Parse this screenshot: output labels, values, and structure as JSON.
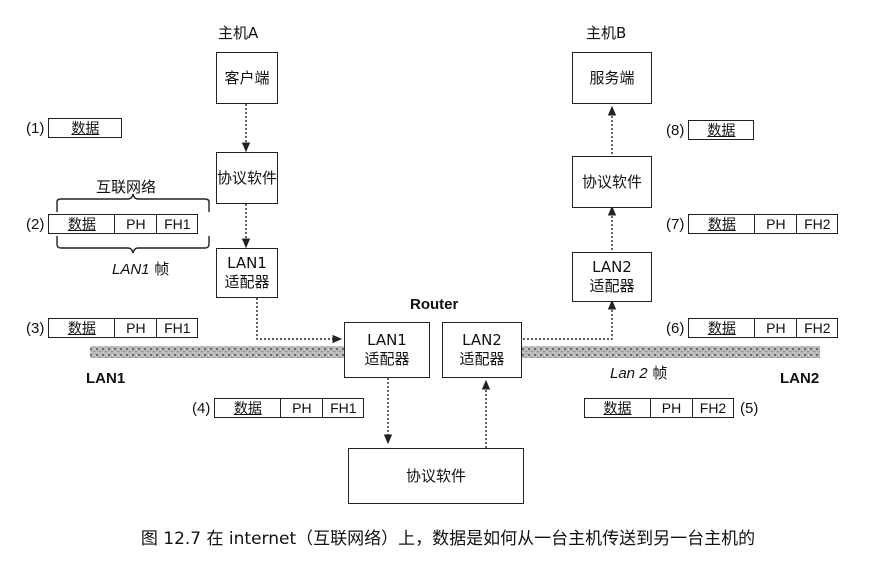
{
  "host_a": {
    "title": "主机A",
    "client": "客户端",
    "protocol": "协议软件",
    "adapter_line1": "LAN1",
    "adapter_line2": "适配器"
  },
  "host_b": {
    "title": "主机B",
    "server": "服务端",
    "protocol": "协议软件",
    "adapter_line1": "LAN2",
    "adapter_line2": "适配器"
  },
  "router": {
    "title": "Router",
    "lan1_line1": "LAN1",
    "lan1_line2": "适配器",
    "lan2_line1": "LAN2",
    "lan2_line2": "适配器",
    "protocol": "协议软件"
  },
  "networks": {
    "lan1": "LAN1",
    "lan2": "LAN2"
  },
  "brace_labels": {
    "internet": "互联网络",
    "lan1_frame_italic": "LAN1",
    "lan1_frame_suffix": " 帧",
    "lan2_frame_italic": "Lan 2",
    "lan2_frame_suffix": " 帧"
  },
  "packets": {
    "p1": {
      "num": "(1)",
      "data": "数据"
    },
    "p2": {
      "num": "(2)",
      "data": "数据",
      "ph": "PH",
      "fh": "FH1"
    },
    "p3": {
      "num": "(3)",
      "data": "数据",
      "ph": "PH",
      "fh": "FH1"
    },
    "p4": {
      "num": "(4)",
      "data": "数据",
      "ph": "PH",
      "fh": "FH1"
    },
    "p5": {
      "num": "(5)",
      "data": "数据",
      "ph": "PH",
      "fh": "FH2"
    },
    "p6": {
      "num": "(6)",
      "data": "数据",
      "ph": "PH",
      "fh": "FH2"
    },
    "p7": {
      "num": "(7)",
      "data": "数据",
      "ph": "PH",
      "fh": "FH2"
    },
    "p8": {
      "num": "(8)",
      "data": "数据"
    }
  },
  "caption": "图 12.7   在 internet（互联网络）上，数据是如何从一台主机传送到另一台主机的"
}
